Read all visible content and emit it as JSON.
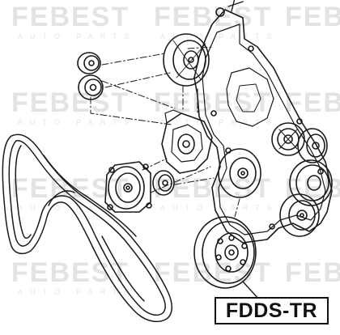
{
  "part_number": "FDDS-TR",
  "watermark": {
    "brand": "FEBEST",
    "sub": "AUTO PARTS"
  },
  "colors": {
    "line": "#1a1a1a",
    "watermark": "#e3e3e3",
    "background": "#ffffff"
  }
}
